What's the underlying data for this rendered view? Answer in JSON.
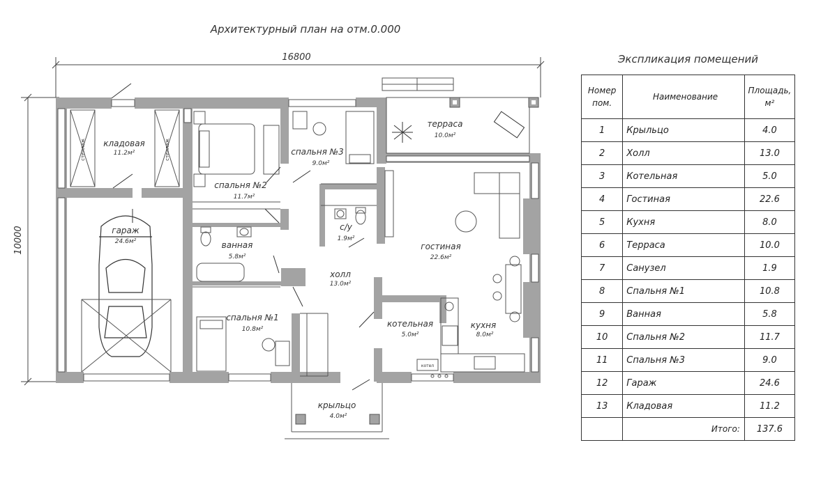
{
  "plan": {
    "title": "Архитектурный план на отм.0.000",
    "dim_width": "16800",
    "dim_height": "10000",
    "rooms": [
      {
        "id": "kladovaya",
        "name": "кладовая",
        "area": "11.2м²"
      },
      {
        "id": "garazh",
        "name": "гараж",
        "area": "24.6м²"
      },
      {
        "id": "spalnya2",
        "name": "спальня №2",
        "area": "11.7м²"
      },
      {
        "id": "spalnya3",
        "name": "спальня №3",
        "area": "9.0м²"
      },
      {
        "id": "terrasa",
        "name": "терраса",
        "area": "10.0м²"
      },
      {
        "id": "vannaya",
        "name": "ванная",
        "area": "5.8м²"
      },
      {
        "id": "su",
        "name": "с/у",
        "area": "1.9м²"
      },
      {
        "id": "gostinaya",
        "name": "гостиная",
        "area": "22.6м²"
      },
      {
        "id": "holl",
        "name": "холл",
        "area": "13.0м²"
      },
      {
        "id": "spalnya1",
        "name": "спальня №1",
        "area": "10.8м²"
      },
      {
        "id": "kotelnaya",
        "name": "котельная",
        "area": "5.0м²"
      },
      {
        "id": "kuhnya",
        "name": "кухня",
        "area": "8.0м²"
      },
      {
        "id": "krylco",
        "name": "крыльцо",
        "area": "4.0м²"
      }
    ],
    "rack_label": "стеллаж",
    "boiler_label": "котел"
  },
  "explication": {
    "title": "Экспликация помещений",
    "headers": {
      "num": "Номер пом.",
      "name": "Наименование",
      "area": "Площадь, м²"
    },
    "rows": [
      {
        "num": "1",
        "name": "Крыльцо",
        "area": "4.0"
      },
      {
        "num": "2",
        "name": "Холл",
        "area": "13.0"
      },
      {
        "num": "3",
        "name": "Котельная",
        "area": "5.0"
      },
      {
        "num": "4",
        "name": "Гостиная",
        "area": "22.6"
      },
      {
        "num": "5",
        "name": "Кухня",
        "area": "8.0"
      },
      {
        "num": "6",
        "name": "Терраса",
        "area": "10.0"
      },
      {
        "num": "7",
        "name": "Санузел",
        "area": "1.9"
      },
      {
        "num": "8",
        "name": "Спальня №1",
        "area": "10.8"
      },
      {
        "num": "9",
        "name": "Ванная",
        "area": "5.8"
      },
      {
        "num": "10",
        "name": "Спальня №2",
        "area": "11.7"
      },
      {
        "num": "11",
        "name": "Спальня №3",
        "area": "9.0"
      },
      {
        "num": "12",
        "name": "Гараж",
        "area": "24.6"
      },
      {
        "num": "13",
        "name": "Кладовая",
        "area": "11.2"
      }
    ],
    "total_label": "Итого:",
    "total_value": "137.6"
  }
}
